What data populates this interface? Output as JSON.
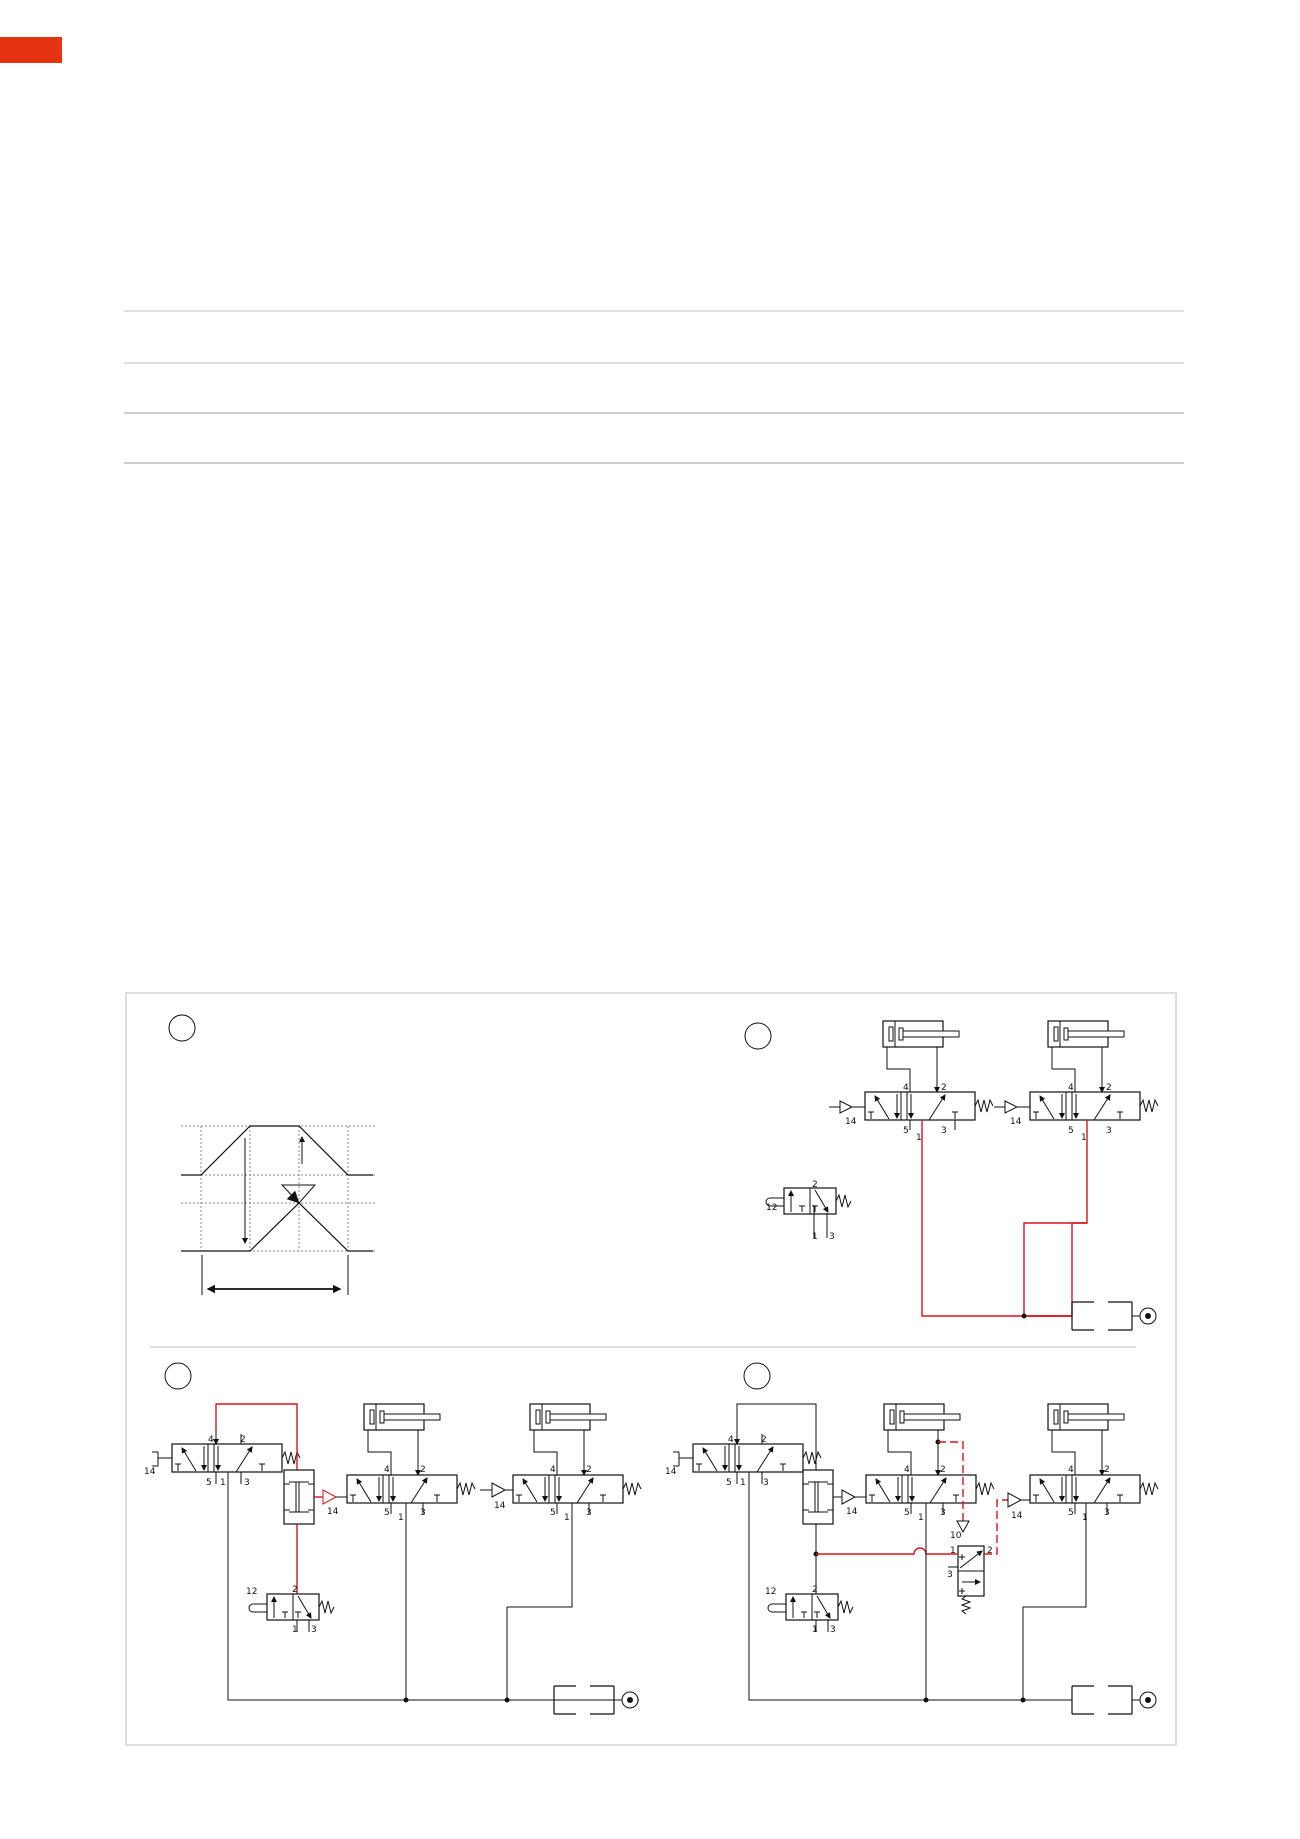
{
  "header": {
    "accent_color": "#e63312"
  },
  "table": {
    "rows": 3,
    "rule_color": "#e0e0e0"
  },
  "figure": {
    "frame_color": "#dedede",
    "line_color": "#111111",
    "active_line_color": "#d9141c",
    "quadrants": [
      {
        "id": "a",
        "type": "timing-diagram"
      },
      {
        "id": "b",
        "type": "circuit",
        "labels": {
          "pilot": "14",
          "p4": "4",
          "p2": "2",
          "p5": "5",
          "p1": "1",
          "p3": "3",
          "v12": "12",
          "v2": "2",
          "v1": "1",
          "v3": "3"
        }
      },
      {
        "id": "c",
        "type": "circuit",
        "labels": {
          "pilot": "14",
          "p4": "4",
          "p2": "2",
          "p5": "5",
          "p1": "1",
          "p3": "3",
          "v12": "12",
          "v2": "2",
          "v1": "1",
          "v3": "3"
        }
      },
      {
        "id": "d",
        "type": "circuit",
        "labels": {
          "pilot": "14",
          "p4": "4",
          "p2": "2",
          "p5": "5",
          "p1": "1",
          "p3": "3",
          "v12": "12",
          "v2": "2",
          "v1": "1",
          "v3": "3",
          "p10": "10"
        }
      }
    ]
  }
}
